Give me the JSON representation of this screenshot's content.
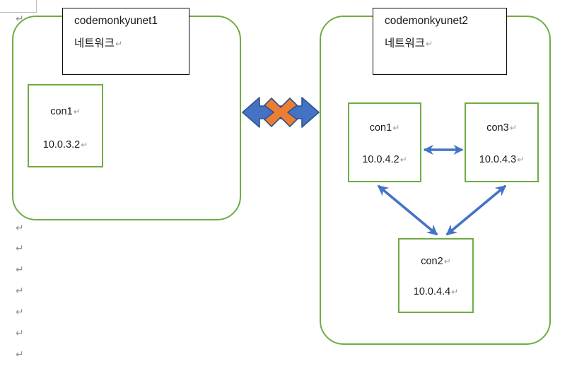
{
  "document": {
    "type": "word-document-diagram",
    "title": "Docker network isolation diagram",
    "paragraph_marks": 9,
    "pilcrow_glyph": "↵"
  },
  "colors": {
    "network_border_green": "#6FAC44",
    "node_border_green": "#6FAC44",
    "arrow_blue": "#4472C4",
    "arrow_blue_outline": "#2F528F",
    "block_x_orange": "#ED7D31",
    "label_border_black": "#0D0D0D",
    "page_background": "#FFFFFF",
    "pilcrow_grey": "#939393"
  },
  "networks": [
    {
      "id": "codemonkyunet1",
      "label_line1": "codemonkyunet1",
      "label_line2": "네트워크",
      "containers": [
        {
          "id": "net1-con1",
          "name": "con1",
          "ip": "10.0.3.2"
        }
      ]
    },
    {
      "id": "codemonkyunet2",
      "label_line1": "codemonkyunet2",
      "label_line2": "네트워크",
      "containers": [
        {
          "id": "net2-con1",
          "name": "con1",
          "ip": "10.0.4.2"
        },
        {
          "id": "net2-con3",
          "name": "con3",
          "ip": "10.0.4.3"
        },
        {
          "id": "net2-con2",
          "name": "con2",
          "ip": "10.0.4.4"
        }
      ]
    }
  ],
  "connections": [
    {
      "id": "cross-network",
      "from": "codemonkyunet1",
      "to": "codemonkyunet2",
      "style": "block-arrow-double",
      "blocked": true,
      "marker": "x"
    },
    {
      "id": "con1-con3",
      "from": "net2-con1",
      "to": "net2-con3",
      "style": "line-double",
      "blocked": false
    },
    {
      "id": "con1-con2",
      "from": "net2-con1",
      "to": "net2-con2",
      "style": "line-double",
      "blocked": false
    },
    {
      "id": "con3-con2",
      "from": "net2-con3",
      "to": "net2-con2",
      "style": "line-double",
      "blocked": false
    }
  ]
}
